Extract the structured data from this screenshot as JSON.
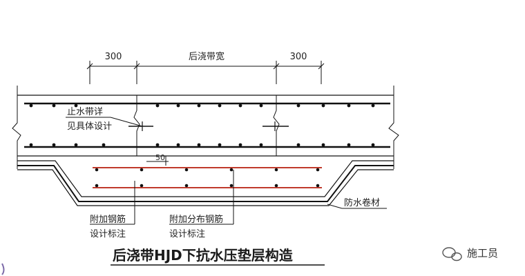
{
  "diagram": {
    "dimensions": {
      "left": "300",
      "center": "后浇带宽",
      "right": "300"
    },
    "labels": {
      "waterstop_line1": "止水带详",
      "waterstop_line2": "见具体设计",
      "gap_value": "50",
      "additional_rebar_line1": "附加钢筋",
      "additional_rebar_line2": "设计标注",
      "distribution_rebar_line1": "附加分布钢筋",
      "distribution_rebar_line2": "设计标注",
      "waterproof_membrane": "防水卷材"
    },
    "title": "后浇带HJD下抗水压垫层构造"
  },
  "watermark": {
    "text": "施工员",
    "icon": "wechat-icon"
  },
  "colors": {
    "line": "#111111",
    "rebar_red": "#c0392b",
    "title_underline": "#111111"
  }
}
